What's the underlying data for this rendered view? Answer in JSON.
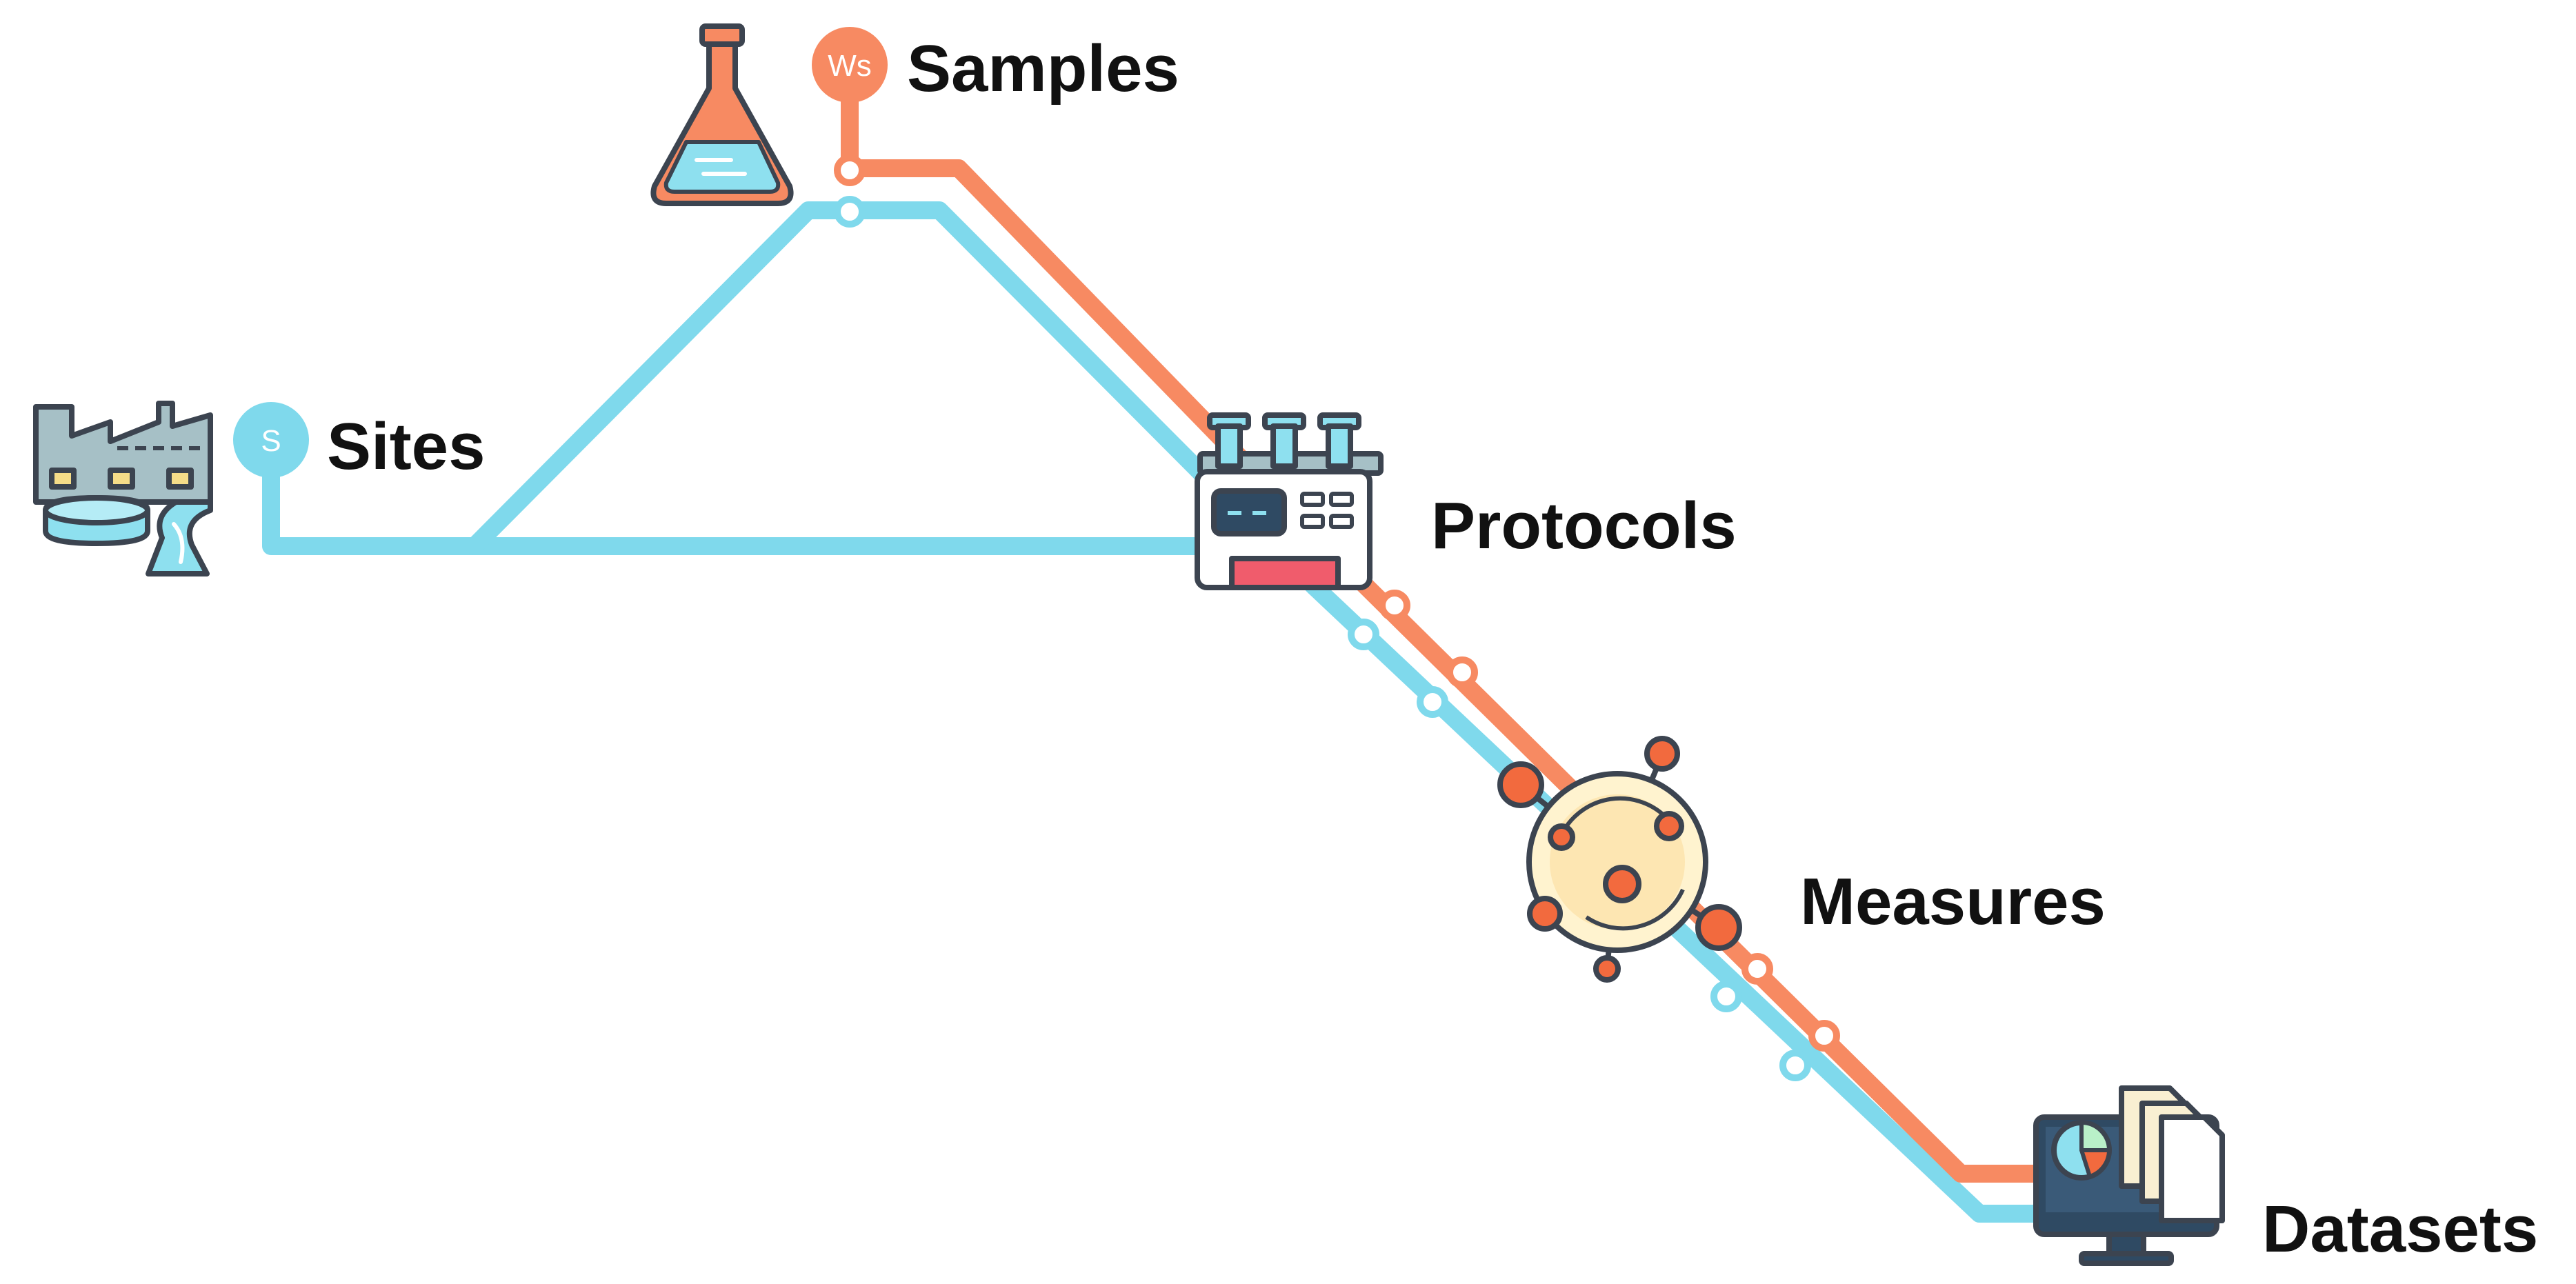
{
  "colors": {
    "blue_line": "#7fd9ec",
    "orange_line": "#f78a62",
    "outline": "#3c4450",
    "red_accent": "#f05454"
  },
  "nodes": {
    "samples": {
      "label": "Samples",
      "badge": "Ws",
      "icon": "flask-icon"
    },
    "sites": {
      "label": "Sites",
      "badge": "S",
      "icon": "factory-icon"
    },
    "protocols": {
      "label": "Protocols",
      "icon": "lab-machine-icon"
    },
    "measures": {
      "label": "Measures",
      "icon": "molecule-icon"
    },
    "datasets": {
      "label": "Datasets",
      "icon": "monitor-documents-icon"
    }
  }
}
